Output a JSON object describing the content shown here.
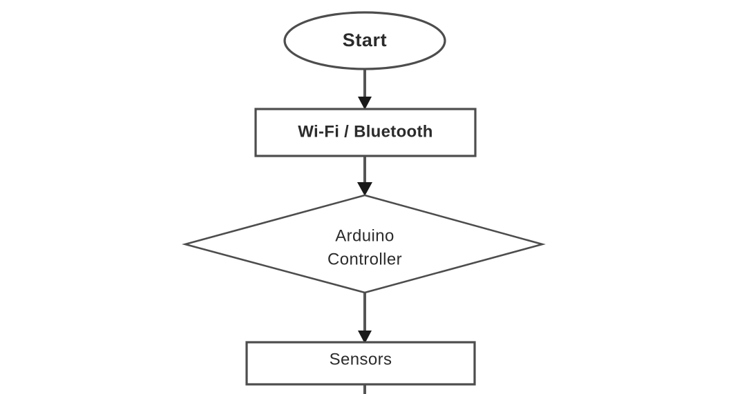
{
  "diagram": {
    "type": "flowchart",
    "title": "",
    "background_color": "#ffffff",
    "stroke_color": "#4d4d4d",
    "text_color": "#2b2b2b",
    "orientation": "top-to-bottom",
    "nodes": [
      {
        "id": "start",
        "shape": "ellipse",
        "label": "Start",
        "bold": true
      },
      {
        "id": "wifi-bluetooth",
        "shape": "rectangle",
        "label": "Wi-Fi / Bluetooth",
        "bold": true
      },
      {
        "id": "arduino-controller",
        "shape": "diamond",
        "label_line1": "Arduino",
        "label_line2": "Controller",
        "bold": false
      },
      {
        "id": "sensors",
        "shape": "rectangle",
        "label": "Sensors",
        "bold": false,
        "clipped": "true"
      }
    ],
    "connectors": [
      {
        "id": "start-to-wifi",
        "from": "start",
        "to": "wifi-bluetooth",
        "arrowhead": "filled-triangle"
      },
      {
        "id": "wifi-to-arduino",
        "from": "wifi-bluetooth",
        "to": "arduino-controller",
        "arrowhead": "filled-triangle"
      },
      {
        "id": "arduino-to-sensors",
        "from": "arduino-controller",
        "to": "sensors",
        "arrowhead": "filled-triangle"
      },
      {
        "id": "sensors-to-offscreen",
        "from": "sensors",
        "to": "",
        "arrowhead": "none"
      }
    ]
  }
}
